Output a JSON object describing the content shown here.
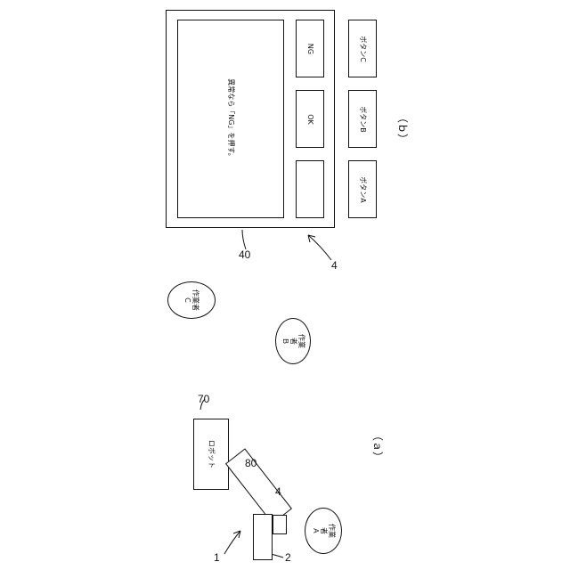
{
  "figure_a": {
    "label": "（ａ）",
    "robot_label": "ロボット",
    "ref_robot": "70",
    "ref_arm": "80",
    "ref_system": "1",
    "ref_base": "2",
    "ref_device": "4",
    "worker_a": {
      "line1": "作業者",
      "line2": "Ａ"
    },
    "worker_b": {
      "line1": "作業者",
      "line2": "Ｂ"
    },
    "worker_c": {
      "line1": "作業者",
      "line2": "Ｃ"
    }
  },
  "figure_b": {
    "label": "（ｂ）",
    "screen_message": "異常なら「NG」を押す。",
    "ok_label": "OK",
    "ng_label": "NG",
    "button_a": "ボタンA",
    "button_b": "ボタンB",
    "button_c": "ボタンC",
    "ref_screen": "40",
    "ref_device": "4"
  }
}
